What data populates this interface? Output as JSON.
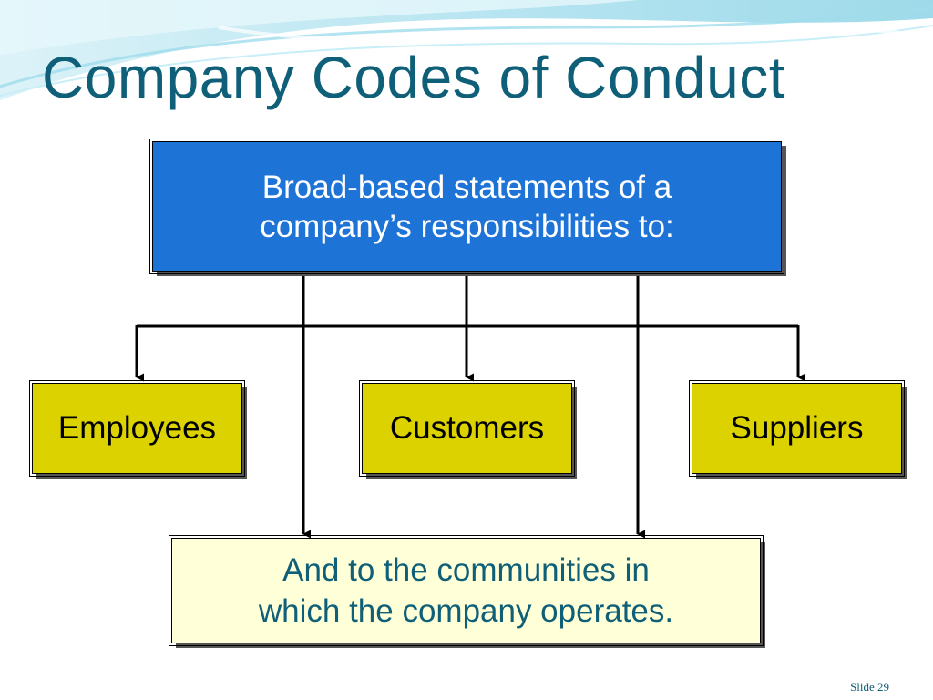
{
  "slide": {
    "title": "Company Codes of Conduct",
    "slide_number": "Slide 29",
    "colors": {
      "title": "#0f5f78",
      "top_box": "#1e73d6",
      "middle_boxes": "#dcd200",
      "bottom_box": "#ffffd8"
    }
  },
  "diagram": {
    "top_box": {
      "line1": "Broad-based statements of a",
      "line2": "company’s responsibilities to:"
    },
    "middle_boxes": [
      {
        "label": "Employees"
      },
      {
        "label": "Customers"
      },
      {
        "label": "Suppliers"
      }
    ],
    "bottom_box": {
      "line1": "And to the communities in",
      "line2": "which the company operates."
    }
  }
}
